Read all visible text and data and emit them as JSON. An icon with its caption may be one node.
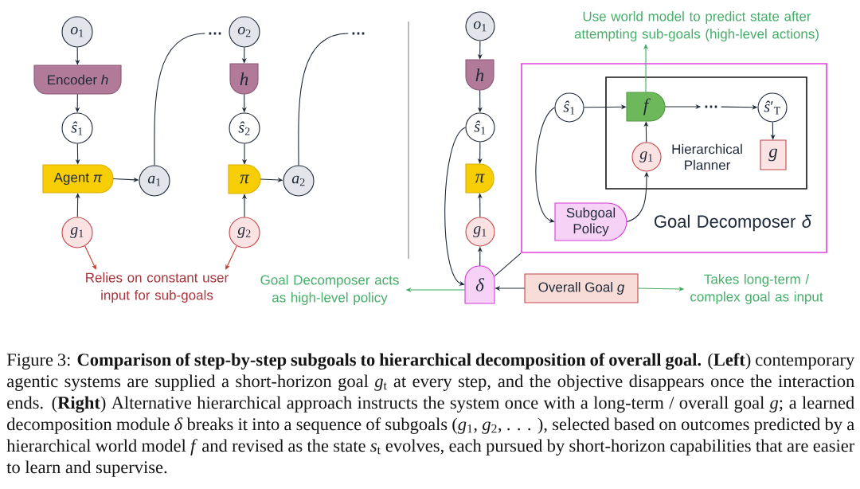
{
  "diagram": {
    "caption": "Figure 3: **Comparison of step-by-step subgoals to hierarchical decomposition of overall goal.** (**Left**) contemporary agentic systems are supplied a short-horizon goal *g*$_{t}$ at every step, and the objective disappears once the interaction ends. (**Right**) Alternative hierarchical approach instructs the system once with a long-term / overall goal *g*; a learned decomposition module *δ* breaks it into a sequence of subgoals (*g*$_{1}$, *g*$_{2}$, . . . ), selected based on outcomes predicted by a hierarchical world model *f* and revised as the state *s*$_{t}$ evolves, each pursued by short-horizon capabilities that are easier to learn and supervise.",
    "nodes": [
      {
        "text": [
          "*o*$_{1}$"
        ]
      },
      {
        "text": [
          "Encoder *h*"
        ]
      },
      {
        "text": [
          "*ŝ*$_{1}$"
        ]
      },
      {
        "text": [
          "Agent *π*"
        ]
      },
      {
        "text": [
          "*a*$_{1}$"
        ]
      },
      {
        "text": [
          "*g*$_{1}$"
        ]
      },
      {
        "text": [
          "…"
        ]
      },
      {
        "text": [
          "*o*$_{2}$"
        ]
      },
      {
        "text": [
          "h"
        ]
      },
      {
        "text": [
          "*ŝ*$_{2}$"
        ]
      },
      {
        "text": [
          "π"
        ]
      },
      {
        "text": [
          "*a*$_{2}$"
        ]
      },
      {
        "text": [
          "*g*$_{2}$"
        ]
      },
      {
        "text": [
          "…"
        ]
      },
      {
        "text": [
          "Relies on constant user input for sub-goals"
        ]
      },
      {
        "text": [
          "*o*$_{1}$"
        ]
      },
      {
        "text": [
          "h"
        ]
      },
      {
        "text": [
          "*ŝ*$_{1}$"
        ]
      },
      {
        "text": [
          "π"
        ]
      },
      {
        "text": [
          "*g*$_{1}$"
        ]
      },
      {
        "text": [
          "δ"
        ]
      },
      {
        "text": [
          "Overall Goal *g*"
        ]
      },
      {
        "text": [
          "Goal Decomposer acts as high-level policy"
        ]
      },
      {
        "text": [
          "Takes long-term / complex goal as input"
        ]
      },
      {
        "text": [
          "Goal Decomposer *δ*"
        ]
      },
      {
        "text": [
          "Hierarchical Planner"
        ],
        "in": 24
      },
      {
        "text": [
          "*ŝ*$_{1}$"
        ],
        "in": 24
      },
      {
        "text": [
          "f"
        ],
        "in": 25
      },
      {
        "text": [
          "…"
        ],
        "in": 25
      },
      {
        "text": [
          "*ŝ*′$_{T}$"
        ],
        "in": 25
      },
      {
        "text": [
          "g"
        ],
        "in": 25
      },
      {
        "text": [
          "*g*$_{1}$"
        ],
        "in": 25
      },
      {
        "text": [
          "Subgoal Policy"
        ],
        "in": 24
      },
      {
        "text": [
          "Use world model to predict state after attempting sub-goals (high-level actions)"
        ]
      }
    ],
    "edges": [
      {
        "from": 0,
        "to": 1,
        "arrow": "to"
      },
      {
        "from": 1,
        "to": 2,
        "arrow": "to"
      },
      {
        "from": 2,
        "to": 3,
        "arrow": "to"
      },
      {
        "from": 3,
        "to": 4,
        "arrow": "to"
      },
      {
        "from": 5,
        "to": 3,
        "arrow": "to"
      },
      {
        "from": 4,
        "to": 6,
        "arrow": "none"
      },
      {
        "from": 7,
        "to": 8,
        "arrow": "to"
      },
      {
        "from": 8,
        "to": 9,
        "arrow": "to"
      },
      {
        "from": 9,
        "to": 10,
        "arrow": "to"
      },
      {
        "from": 10,
        "to": 11,
        "arrow": "to"
      },
      {
        "from": 12,
        "to": 10,
        "arrow": "to"
      },
      {
        "from": 11,
        "to": 13,
        "arrow": "none"
      },
      {
        "from": 5,
        "to": 14,
        "arrow": "to",
        "color": "#c0392b"
      },
      {
        "from": 12,
        "to": 14,
        "arrow": "to",
        "color": "#c0392b"
      },
      {
        "from": 15,
        "to": 16,
        "arrow": "to"
      },
      {
        "from": 16,
        "to": 17,
        "arrow": "to"
      },
      {
        "from": 17,
        "to": 18,
        "arrow": "to"
      },
      {
        "from": 19,
        "to": 18,
        "arrow": "to"
      },
      {
        "from": 20,
        "to": 19,
        "arrow": "to"
      },
      {
        "from": 17,
        "to": 20,
        "arrow": "to"
      },
      {
        "from": 21,
        "to": 20,
        "arrow": "to"
      },
      {
        "from": 20,
        "to": 22,
        "arrow": "to",
        "color": "#3daa5c"
      },
      {
        "from": 21,
        "to": 23,
        "arrow": "to",
        "color": "#3daa5c"
      },
      {
        "from": 20,
        "to": 24,
        "arrow": "none"
      },
      {
        "from": 26,
        "to": 27,
        "arrow": "to"
      },
      {
        "from": 27,
        "to": 28,
        "arrow": "to"
      },
      {
        "from": 28,
        "to": 29,
        "arrow": "to"
      },
      {
        "from": 29,
        "to": 30,
        "arrow": "to"
      },
      {
        "from": 31,
        "to": 27,
        "arrow": "to"
      },
      {
        "from": 26,
        "to": 32,
        "arrow": "to"
      },
      {
        "from": 32,
        "to": 31,
        "arrow": "to"
      },
      {
        "from": 27,
        "to": 33,
        "arrow": "to",
        "color": "#3daa5c"
      }
    ]
  }
}
